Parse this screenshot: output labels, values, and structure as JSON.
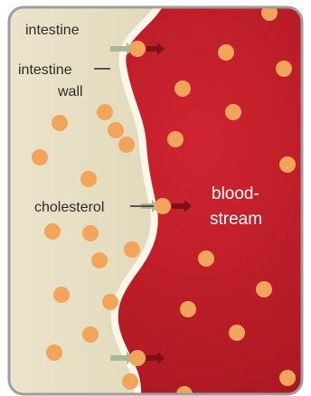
{
  "labels": {
    "intestine": "intestine",
    "intestine_wall_line1": "intestine",
    "intestine_wall_line2": "wall",
    "cholesterol": "cholesterol",
    "bloodstream_line1": "blood-",
    "bloodstream_line2": "stream"
  },
  "colors": {
    "intestine": "#e8e0c4",
    "intestine_light": "#f3eedd",
    "intestine_wall": "#fbf6e8",
    "bloodstream": "#c21f2b",
    "bloodstream_dark": "#9e1620",
    "particle": "#f2a55a",
    "arrow_in": "#a8b69a",
    "arrow_out": "#7d1119",
    "frame": "#9e9e9e",
    "label_text": "#2b2b2b",
    "blood_text": "#ffffff"
  }
}
